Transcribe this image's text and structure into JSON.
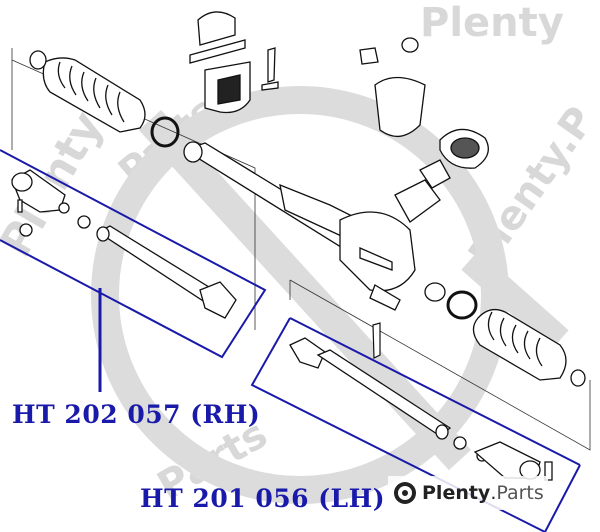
{
  "colors": {
    "highlight": "#1a1aaa",
    "line": "#111111",
    "watermark": "#d6d6d6"
  },
  "labels": {
    "rh": "HT 202 057 (RH)",
    "lh": "HT 201 056 (LH)"
  },
  "watermark": {
    "brand": "Plenty",
    "suffix": "Parts",
    "dot": "."
  },
  "icons": {
    "brand_logo": "gear-icon"
  }
}
